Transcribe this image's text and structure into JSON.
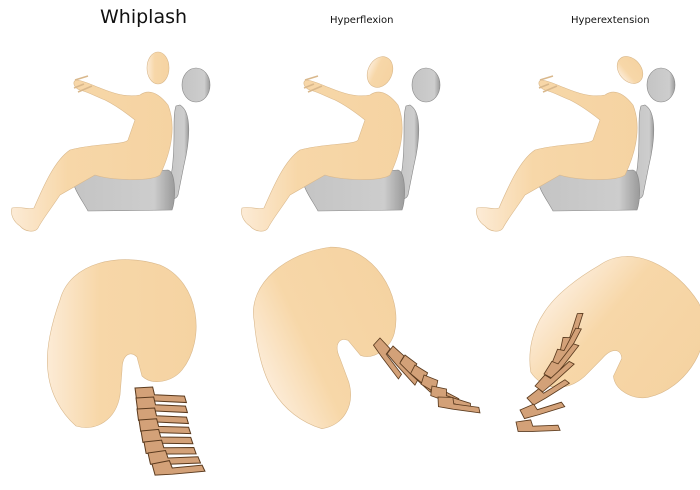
{
  "titles": {
    "main": "Whiplash",
    "flexion": "Hyperflexion",
    "extension": "Hyperextension"
  },
  "colors": {
    "skin": "#f7d7a8",
    "seat": "#c9c9c9",
    "bone": "#d3a178",
    "bone_outline": "#5a3a1e"
  }
}
